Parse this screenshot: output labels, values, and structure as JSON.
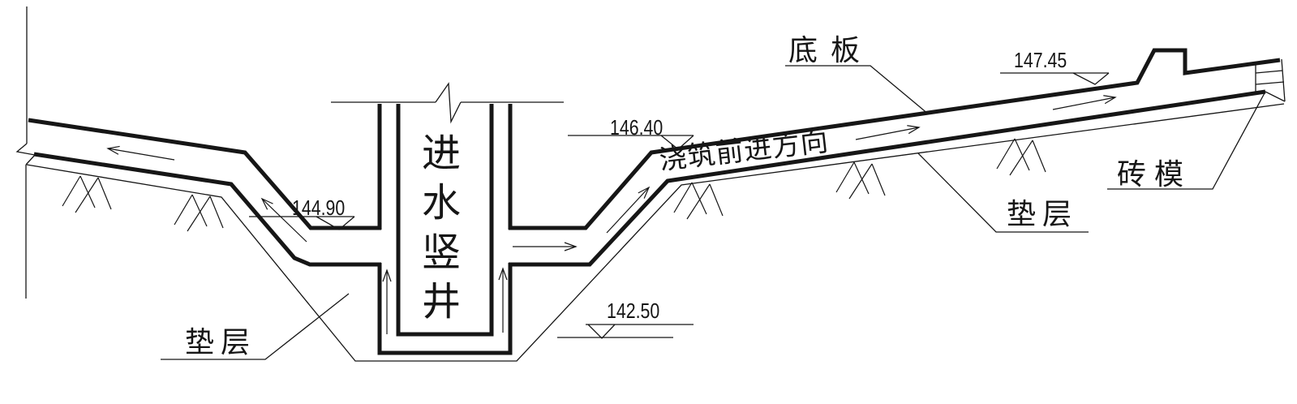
{
  "diagram": {
    "type": "engineering-section-drawing",
    "shaft_label": "进水竖井",
    "pour_direction_label": "浇筑前进方向",
    "base_plate_label": "底板",
    "cushion_left_label": "垫层",
    "cushion_right_label": "垫层",
    "brick_mold_label": "砖模",
    "elevations": {
      "left_channel_invert": "144.90",
      "right_channel_invert": "146.40",
      "right_channel_top": "147.45",
      "pit_bottom": "142.50"
    },
    "colors": {
      "line": "#161616",
      "background": "#ffffff"
    }
  }
}
